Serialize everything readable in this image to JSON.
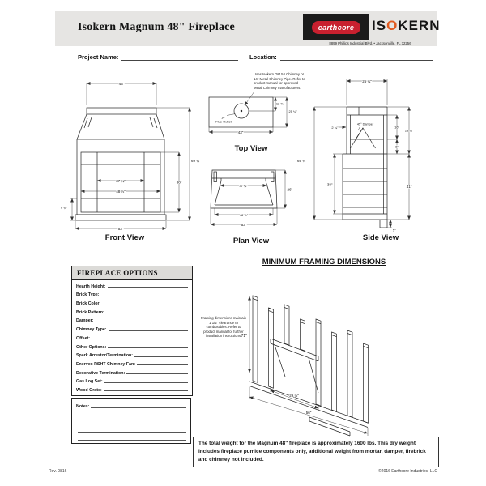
{
  "header": {
    "title": "Isokern Magnum 48\" Fireplace"
  },
  "logo": {
    "earthcore": "earthcore",
    "isokern_pre": "IS",
    "isokern_o": "O",
    "isokern_post": "KERN",
    "address": "8899 Phillips Industrial Blvd. • Jacksonville, FL 32256"
  },
  "form": {
    "project_name": "Project Name:",
    "location": "Location:"
  },
  "views": {
    "front": {
      "label": "Front View",
      "d_top": "43\"",
      "d_inner_upper": "37 ¼\"",
      "d_inner_lower": "48 ½\"",
      "d_hearth": "9 ¾\"",
      "d_bottom": "53\"",
      "d_opening": "38\"",
      "d_overall": "69 ¾\""
    },
    "top": {
      "label": "Top View",
      "note": "Uses Isokern DM 54 Chimney or 14\" Metal Chimney Pipe. Refer to product manual for approved Metal Chimney manufacturers.",
      "flue_size": "14\"",
      "flue_label": "Flue Outlet",
      "d_flue_center": "12 ⅝\"",
      "d_depth": "25 ¼\"",
      "d_width": "43\""
    },
    "plan": {
      "label": "Plan View",
      "d_back": "37 ¼\"",
      "d_front": "48 ½\"",
      "d_overall": "53\"",
      "d_depth": "26\""
    },
    "side": {
      "label": "Side View",
      "damper": "45° Damper",
      "d_top": "25 ¼\"",
      "d_wall": "2 ¾\"",
      "d_throat": "16\"",
      "d_smoke": "28 ¾\"",
      "d_lintel": "8\"",
      "d_opening": "38\"",
      "d_base": "41\"",
      "d_overall": "69 ¾\"",
      "d_hearth_ext": "5\""
    }
  },
  "options": {
    "title": "FIREPLACE OPTIONS",
    "fields": [
      "Hearth Height:",
      "Brick Type:",
      "Brick Color:",
      "Brick Pattern:",
      "Damper:",
      "Chimney Type:",
      "Offset:",
      "Other Options:",
      "Spark Arrestor/Termination:",
      "Enervex RSHT Chimney Fan:",
      "Decorative Termination:",
      "Gas Log Set:",
      "Wood Grate:"
    ],
    "notes_label": "Notes:"
  },
  "framing": {
    "title": "MINIMUM FRAMING DIMENSIONS",
    "note": "Framing dimensions maintain 1 1/2\" clearance to combustibles. Refer to product manual for further installation instructions.",
    "d_height": "71\"",
    "d_opening": "29 ½\"",
    "d_width": "56\""
  },
  "weight_note": "The total weight for the Magnum 48\" fireplace is approximately 1600 lbs. This dry weight includes fireplace pumice components only, additional weight from mortar, damper, firebrick and chimney not included.",
  "footer": {
    "rev": "Rev. 0816",
    "copyright": "©2016 Earthcore Industries, LLC"
  }
}
